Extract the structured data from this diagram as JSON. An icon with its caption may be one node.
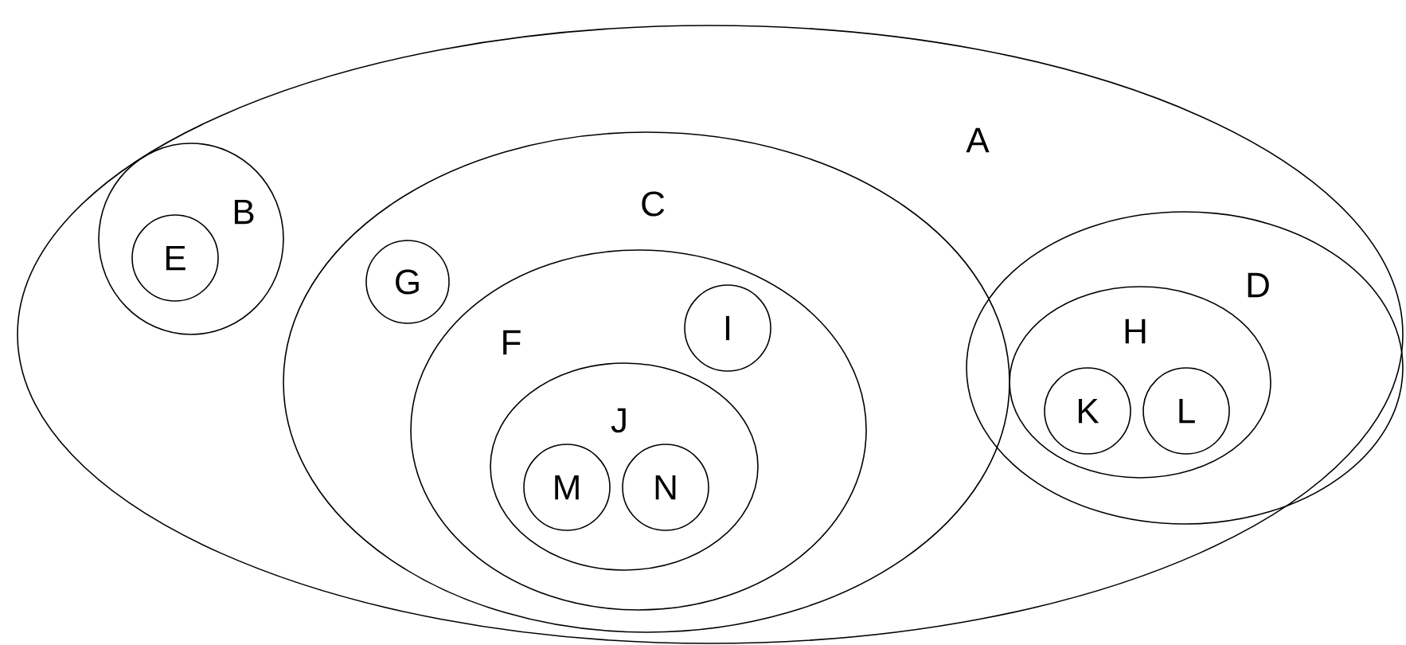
{
  "diagram": {
    "nodes": [
      {
        "text": [
          "A"
        ]
      },
      {
        "text": [
          "B"
        ],
        "in": 0
      },
      {
        "text": [
          "E"
        ],
        "in": 1
      },
      {
        "text": [
          "C"
        ],
        "in": 0
      },
      {
        "text": [
          "G"
        ],
        "in": 3
      },
      {
        "text": [
          "F"
        ],
        "in": 3
      },
      {
        "text": [
          "I"
        ],
        "in": 5
      },
      {
        "text": [
          "J"
        ],
        "in": 5
      },
      {
        "text": [
          "M"
        ],
        "in": 7
      },
      {
        "text": [
          "N"
        ],
        "in": 7
      },
      {
        "text": [
          "D"
        ],
        "in": 0
      },
      {
        "text": [
          "H"
        ],
        "in": 10
      },
      {
        "text": [
          "K"
        ],
        "in": 11
      },
      {
        "text": [
          "L"
        ],
        "in": 11
      }
    ]
  }
}
